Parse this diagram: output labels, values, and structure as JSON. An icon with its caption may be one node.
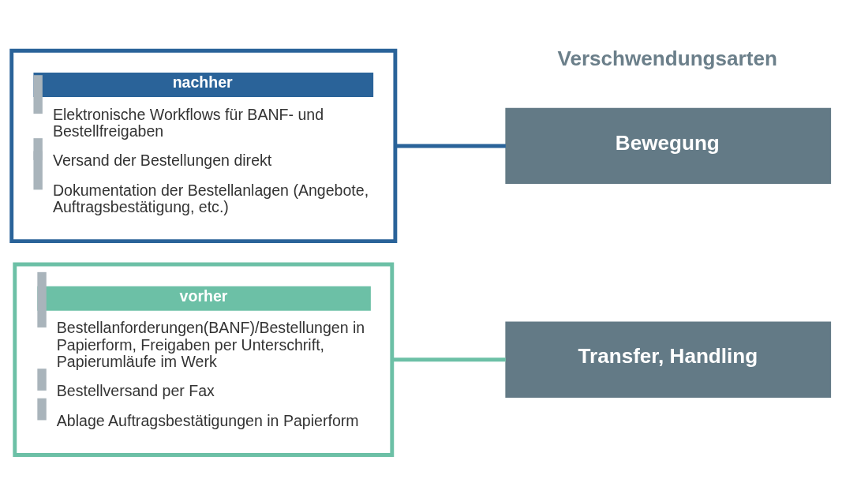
{
  "diagram": {
    "nodes": [
      {
        "text": [
          "vorher",
          "Bestellanforderungen(BANF)/Bestellungen in Papierform, Freigaben per Unterschrift, Papierumläufe im Werk",
          "Bestellversand per Fax",
          "Ablage Auftragsbestätigungen in Papierform"
        ]
      },
      {
        "text": [
          "nachher",
          "Elektronische Workflows für BANF- und Bestellfreigaben",
          "Versand der Bestellungen direkt",
          "Dokumentation der Bestellanlagen (Angebote, Auftragsbestätigung, etc.)"
        ]
      },
      {
        "text": [
          "Transfer, Handling"
        ]
      },
      {
        "text": [
          "Bewegung"
        ]
      }
    ],
    "edges": [
      {
        "from": 0,
        "to": 2,
        "arrow": "none",
        "color": "#6cc0a6"
      },
      {
        "from": 1,
        "to": 3,
        "arrow": "none",
        "color": "#2a6399"
      }
    ],
    "labels": [
      "Verschwendungsarten"
    ]
  }
}
